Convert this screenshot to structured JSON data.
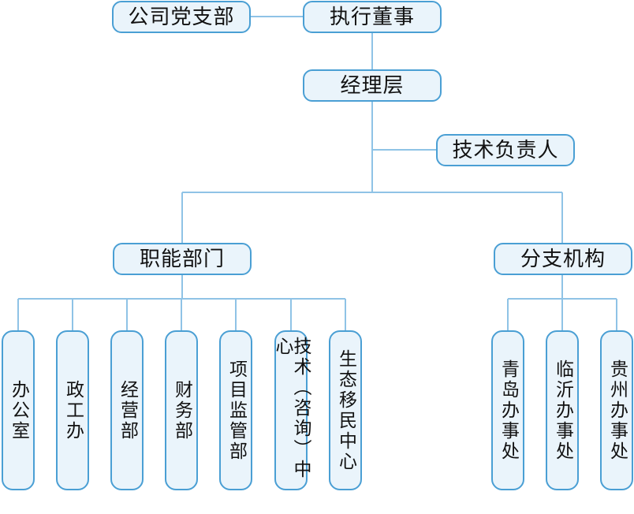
{
  "org": {
    "party_branch": "公司党支部",
    "executive_director": "执行董事",
    "management": "经理层",
    "technical_lead": "技术负责人",
    "functional_departments": {
      "label": "职能部门",
      "items": [
        "办公室",
        "政工办",
        "经营部",
        "财务部",
        "项目监管部",
        "技术（咨询）中心",
        "生态移民中心"
      ]
    },
    "branch_offices": {
      "label": "分支机构",
      "items": [
        "青岛办事处",
        "临沂办事处",
        "贵州办事处"
      ]
    }
  },
  "colors": {
    "border": "#4a9fd4",
    "fill": "#eaf4fb",
    "connector": "#8fc3e6"
  }
}
